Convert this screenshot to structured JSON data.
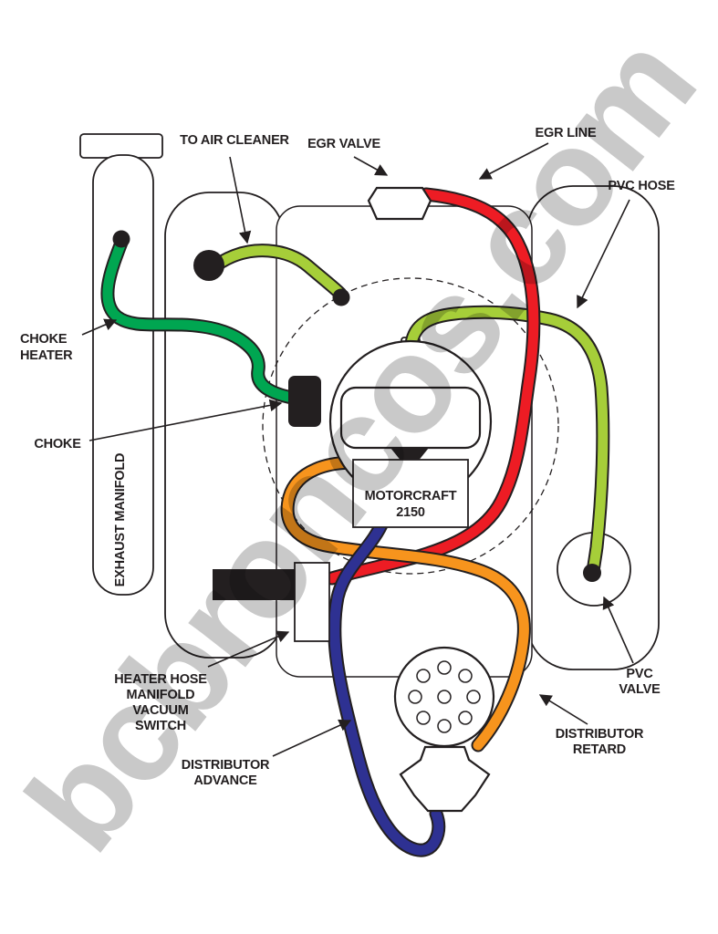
{
  "watermark": "bcbroncos.com",
  "colors": {
    "outline": "#231f20",
    "egr_line_hose": "#ed1c24",
    "choke_heater_hose": "#00a651",
    "air_cleaner_hose": "#a6ce39",
    "pvc_hose": "#a6ce39",
    "distributor_retard_hose": "#f7941d",
    "distributor_advance_hose": "#2e3192",
    "watermark_color": "#c9c9c9"
  },
  "labels": {
    "to_air_cleaner": [
      "TO AIR CLEANER"
    ],
    "egr_valve": [
      "EGR VALVE"
    ],
    "egr_line": [
      "EGR LINE"
    ],
    "pvc_hose": [
      "PVC HOSE"
    ],
    "choke_heater": [
      "CHOKE",
      "HEATER"
    ],
    "choke": [
      "CHOKE"
    ],
    "exhaust_manifold": [
      "EXHAUST MANIFOLD"
    ],
    "carburetor": [
      "MOTORCRAFT",
      "2150"
    ],
    "heater_hose_manifold_vacuum_switch": [
      "HEATER HOSE",
      "MANIFOLD",
      "VACUUM",
      "SWITCH"
    ],
    "distributor_advance": [
      "DISTRIBUTOR",
      "ADVANCE"
    ],
    "distributor_retard": [
      "DISTRIBUTOR",
      "RETARD"
    ],
    "pvc_valve": [
      "PVC",
      "VALVE"
    ]
  }
}
